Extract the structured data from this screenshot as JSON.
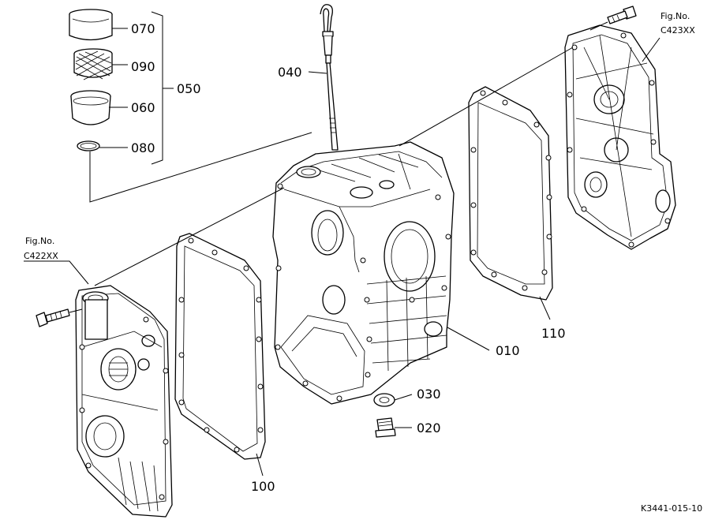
{
  "labels": {
    "p070": "070",
    "p090": "090",
    "p060": "060",
    "p080": "080",
    "p050": "050",
    "p040": "040",
    "p010": "010",
    "p030": "030",
    "p020": "020",
    "p100": "100",
    "p110": "110"
  },
  "fig_refs": {
    "left": {
      "title": "Fig.No.",
      "code": "C422XX"
    },
    "right": {
      "title": "Fig.No.",
      "code": "C423XX"
    }
  },
  "drawing_code": "K3441-015-10"
}
